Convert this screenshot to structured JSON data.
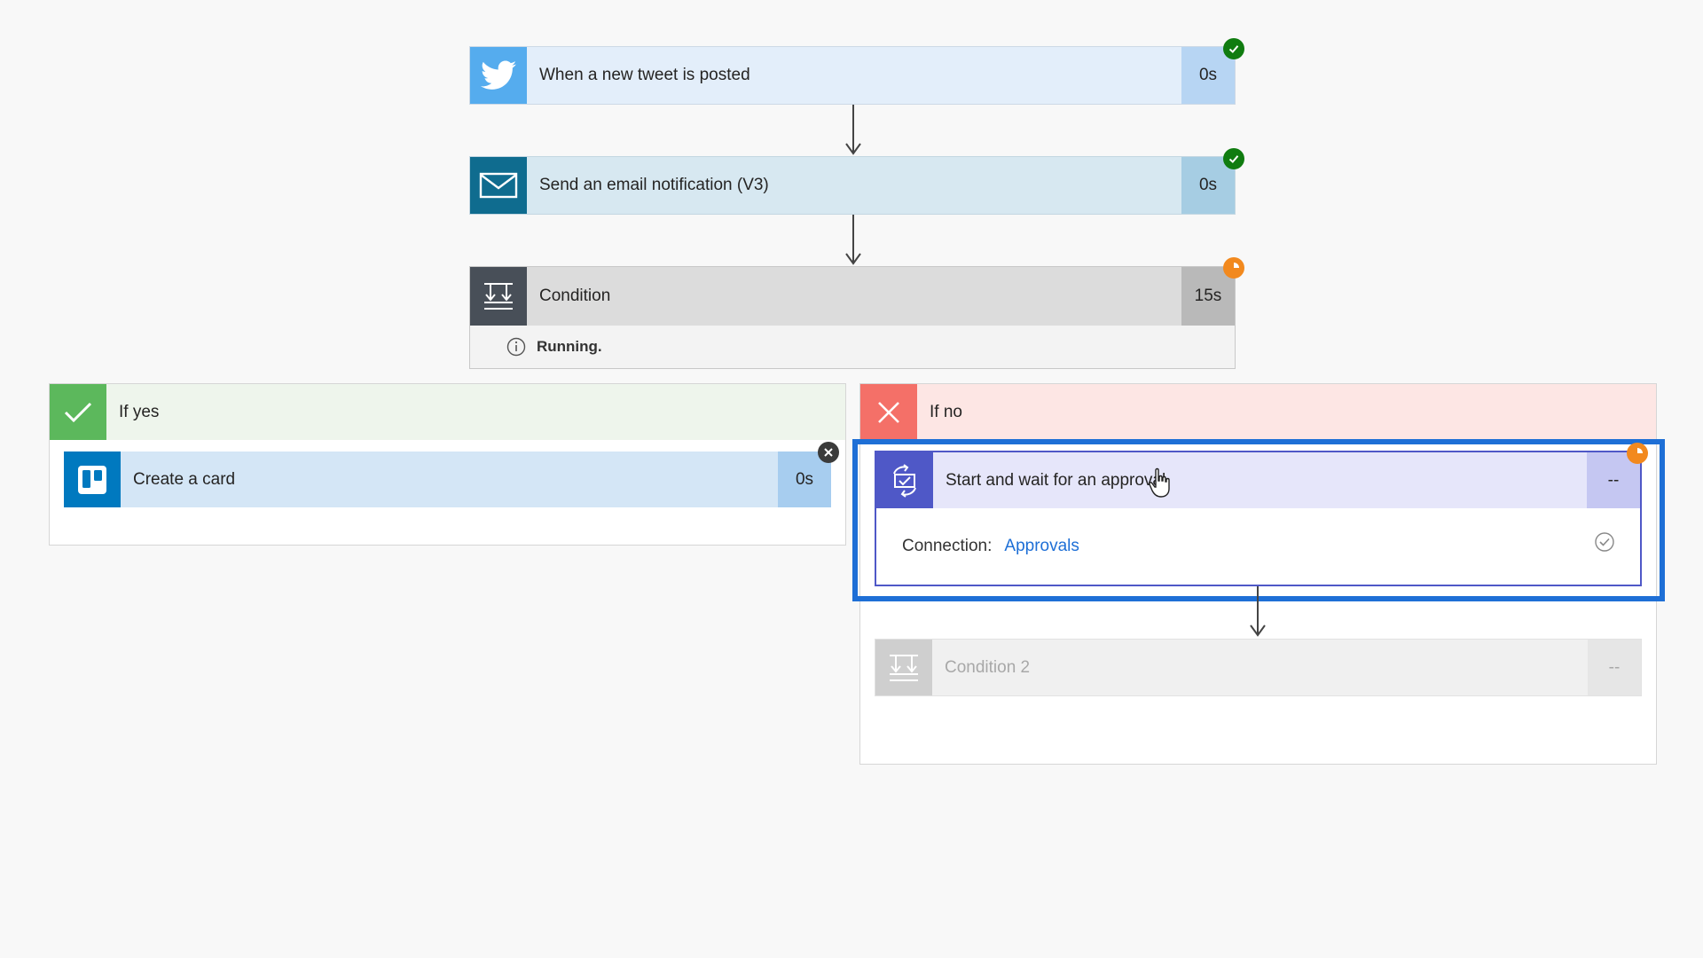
{
  "steps": {
    "tweet": {
      "title": "When a new tweet is posted",
      "duration": "0s",
      "icon": "twitter-icon",
      "status": "succeeded"
    },
    "email": {
      "title": "Send an email notification (V3)",
      "duration": "0s",
      "icon": "mail-icon",
      "status": "succeeded"
    },
    "condition": {
      "title": "Condition",
      "duration": "15s",
      "icon": "condition-icon",
      "status": "running",
      "status_text": "Running."
    }
  },
  "branches": {
    "yes": {
      "label": "If yes",
      "card": {
        "title": "Create a card",
        "duration": "0s",
        "icon": "trello-icon",
        "status": "cancelled"
      }
    },
    "no": {
      "label": "If no",
      "approval": {
        "title": "Start and wait for an approval",
        "duration": "--",
        "icon": "approval-icon",
        "status": "running",
        "connection_label": "Connection:",
        "connection_value": "Approvals"
      },
      "condition2": {
        "title": "Condition 2",
        "duration": "--",
        "icon": "condition-icon",
        "status": "waiting"
      }
    }
  },
  "colors": {
    "success": "#107c10",
    "running": "#f2891e",
    "selected": "#1e6fd6",
    "twitter": "#55acee",
    "email": "#0f6c8f",
    "condition": "#484f58",
    "trello": "#0079bf",
    "approval": "#4f58c7",
    "yes": "#5cb85c",
    "no": "#f47068"
  }
}
